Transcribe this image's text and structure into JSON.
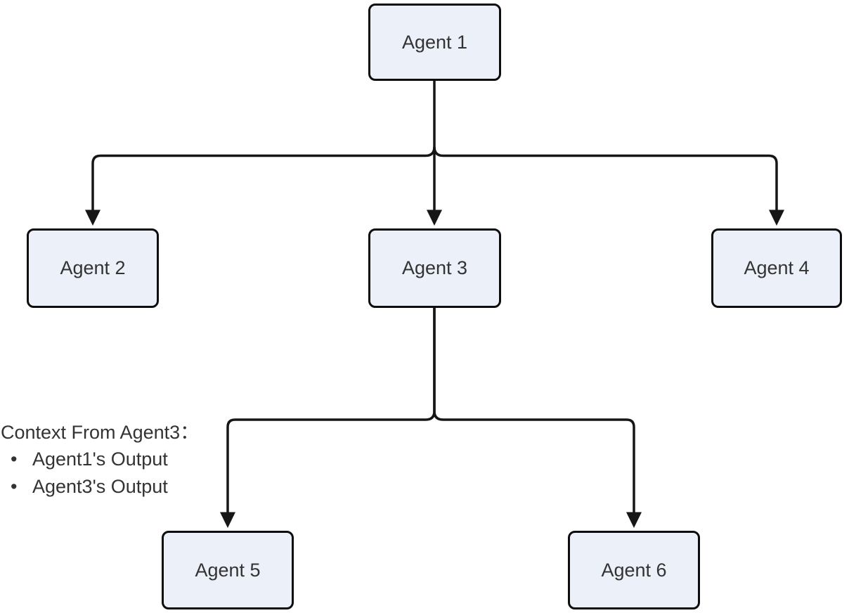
{
  "diagram_type": "flowchart-top-down",
  "nodes": [
    {
      "id": "agent1",
      "label": "Agent 1"
    },
    {
      "id": "agent2",
      "label": "Agent 2"
    },
    {
      "id": "agent3",
      "label": "Agent 3"
    },
    {
      "id": "agent4",
      "label": "Agent 4"
    },
    {
      "id": "agent5",
      "label": "Agent 5"
    },
    {
      "id": "agent6",
      "label": "Agent 6"
    }
  ],
  "edges": [
    {
      "from": "agent1",
      "to": "agent2"
    },
    {
      "from": "agent1",
      "to": "agent3"
    },
    {
      "from": "agent1",
      "to": "agent4"
    },
    {
      "from": "agent3",
      "to": "agent5"
    },
    {
      "from": "agent3",
      "to": "agent6"
    }
  ],
  "annotation": {
    "title": "Context From Agent3：",
    "bullet_glyph": "•",
    "items": [
      "Agent1's Output",
      "Agent3's Output"
    ]
  },
  "colors": {
    "node_fill": "#ECF1F9",
    "node_border": "#0D0D0D",
    "edge": "#161616",
    "text": "#333333",
    "background": "#FFFFFF"
  }
}
